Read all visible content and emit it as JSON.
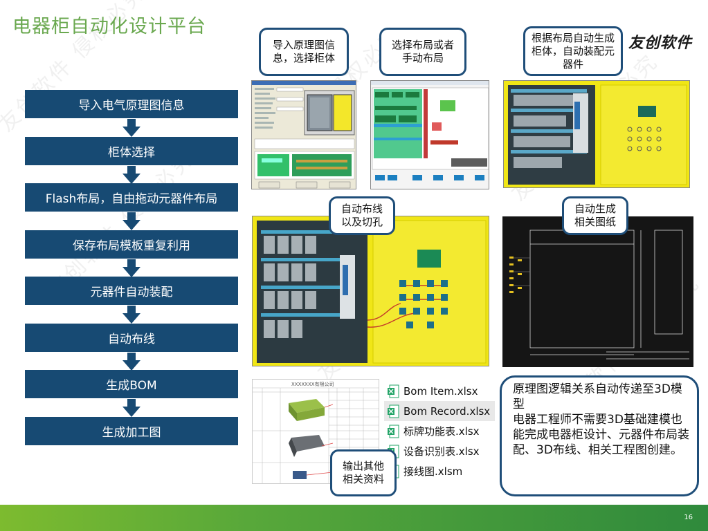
{
  "title": "电器柜自动化设计平台",
  "logo": "友创软件",
  "watermark": "友创软件 侵权必究",
  "flow": {
    "steps": [
      "导入电气原理图信息",
      "柜体选择",
      "Flash布局，自由拖动元器件布局",
      "保存布局模板重复利用",
      "元器件自动装配",
      "自动布线",
      "生成BOM",
      "生成加工图"
    ]
  },
  "callouts": {
    "import": "导入原理图信息，选择柜体",
    "layout": "选择布局或者手动布局",
    "auto_cabinet": "根据布局自动生成柜体，自动装配元器件",
    "wiring": "自动布线以及切孔",
    "drawings": "自动生成相关图纸",
    "output": "输出其他相关资料"
  },
  "bom_sheet": {
    "company": "XXXXXXX有限公司"
  },
  "files": [
    "Bom Item.xlsx",
    "Bom Record.xlsx",
    "标牌功能表.xlsx",
    "设备识别表.xlsx",
    "接线图.xlsm"
  ],
  "note": [
    "原理图逻辑关系自动传递至3D模型",
    "电器工程师不需要3D基础建模也能完成电器柜设计、元器件布局装配、3D布线、相关工程图创建。"
  ],
  "page_number": "16",
  "colors": {
    "step_bg": "#174a73",
    "title": "#6aa84f",
    "cabinet_yellow": "#f0e616",
    "callout_border": "#1f4e79"
  }
}
